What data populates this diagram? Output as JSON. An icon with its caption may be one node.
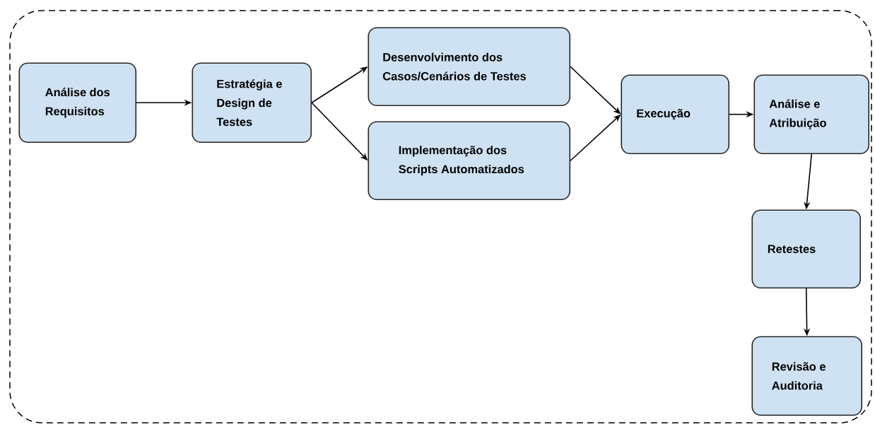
{
  "diagram": {
    "nodes": [
      {
        "text": [],
        "shape": "box"
      },
      {
        "text": [
          "Análise dos Requisitos"
        ],
        "in": 0
      },
      {
        "text": [
          "Estratégia e Design de Testes"
        ],
        "in": 0
      },
      {
        "text": [
          "Desenvolvimento dos Casos/Cenários de Testes"
        ],
        "in": 0
      },
      {
        "text": [
          "Implementação dos Scripts Automatizados"
        ],
        "in": 0
      },
      {
        "text": [
          "Execução"
        ],
        "in": 0
      },
      {
        "text": [
          "Análise e Atribuição"
        ],
        "in": 0
      },
      {
        "text": [
          "Retestes"
        ],
        "in": 0
      },
      {
        "text": [
          "Revisão e Auditoria"
        ],
        "in": 0
      }
    ],
    "edges": [
      {
        "from": 1,
        "to": 2,
        "arrow": "to"
      },
      {
        "from": 2,
        "to": 3,
        "arrow": "to"
      },
      {
        "from": 2,
        "to": 4,
        "arrow": "to"
      },
      {
        "from": 3,
        "to": 5,
        "arrow": "to"
      },
      {
        "from": 4,
        "to": 5,
        "arrow": "to"
      },
      {
        "from": 5,
        "to": 6,
        "arrow": "to"
      },
      {
        "from": 6,
        "to": 7,
        "arrow": "to"
      },
      {
        "from": 7,
        "to": 8,
        "arrow": "to"
      }
    ]
  }
}
